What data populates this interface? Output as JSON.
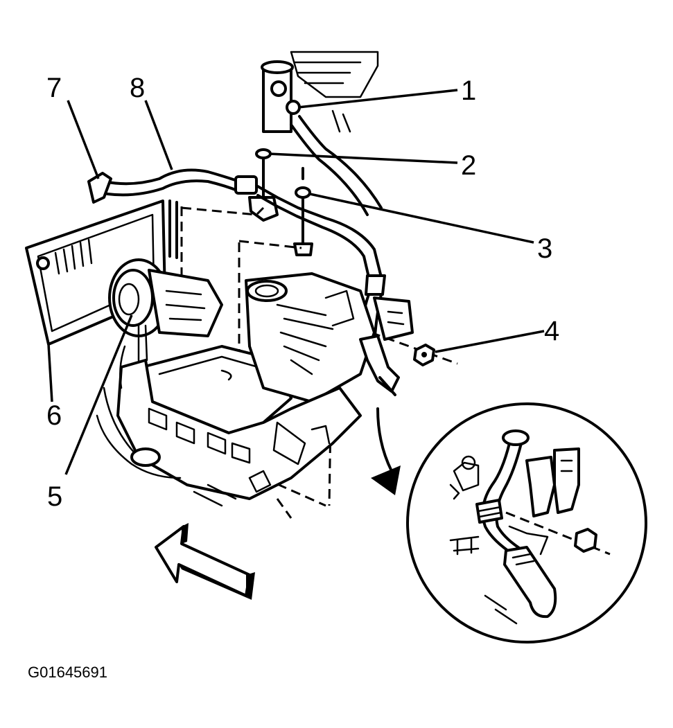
{
  "figure": {
    "callouts": [
      "1",
      "2",
      "3",
      "4",
      "5",
      "6",
      "7",
      "8"
    ],
    "code": "G01645691"
  },
  "colors": {
    "ink": "#000000",
    "paper": "#ffffff"
  }
}
